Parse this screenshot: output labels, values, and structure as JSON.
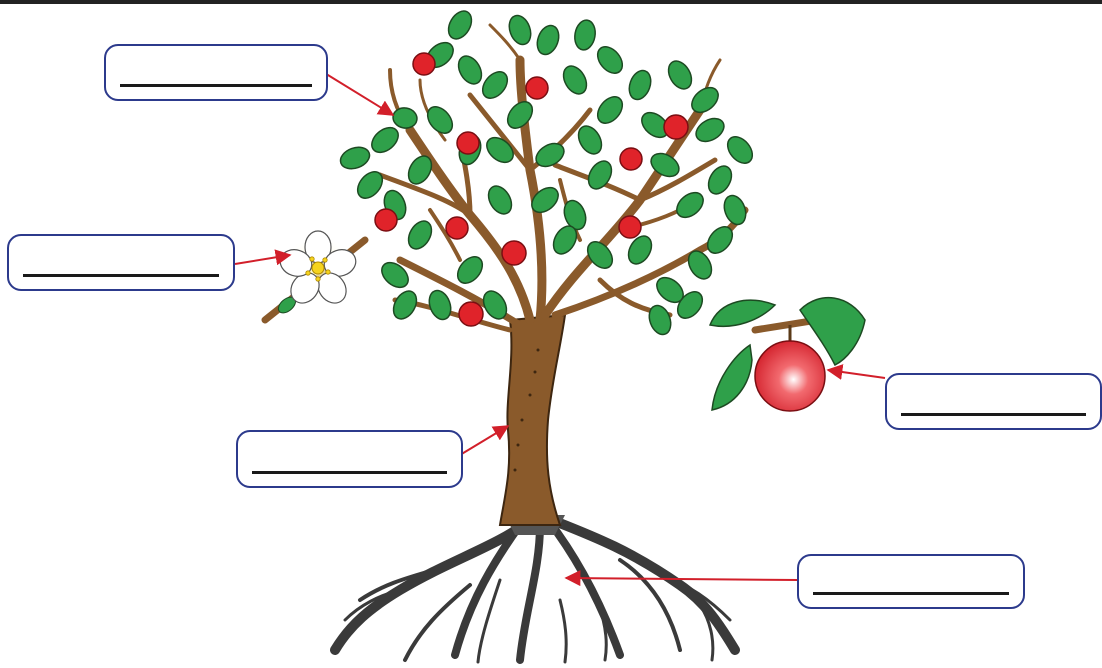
{
  "colors": {
    "box_border": "#2c3a8c",
    "arrow": "#d21f2a",
    "leaf": "#2fa04a",
    "leaf_dark": "#1d6b30",
    "trunk": "#8a5a2b",
    "trunk_dark": "#5a3a18",
    "apple": "#e0232a",
    "roots": "#333333"
  },
  "labels": [
    {
      "id": "leaves",
      "text": ""
    },
    {
      "id": "flower",
      "text": ""
    },
    {
      "id": "trunk",
      "text": ""
    },
    {
      "id": "fruit",
      "text": ""
    },
    {
      "id": "roots",
      "text": ""
    }
  ],
  "icons": [
    "apple-tree",
    "flower-icon",
    "apple-icon",
    "roots"
  ]
}
